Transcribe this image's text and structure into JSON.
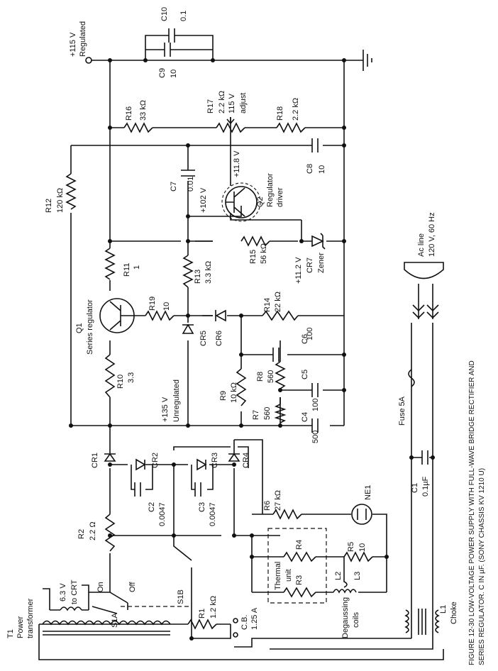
{
  "labels": {
    "c10": "C10",
    "c10v": "0.1",
    "c9": "C9",
    "c9v": "10",
    "reg_out1": "+115 V",
    "reg_out2": "Regulated",
    "r16": "R16",
    "r16v": "33 kΩ",
    "r17": "R17",
    "r17v": "2.2 kΩ",
    "r17a": "115 V",
    "r17b": "adjust",
    "r18": "R18",
    "r18v": "2.2 kΩ",
    "c8": "C8",
    "c8v": "10",
    "c7": "C7",
    "c7v": "0.01",
    "v102": "+102 V",
    "v118": "+11.8 V",
    "q2": "Q2",
    "q2a": "Regulator",
    "q2b": "driver",
    "r12": "R12",
    "r12v": "120 kΩ",
    "r11": "R11",
    "r11v": "1",
    "r15": "R15",
    "r15v": "56 kΩ",
    "v112": "+11.2 V",
    "cr7": "CR7",
    "cr7b": "Zener",
    "q1": "Q1",
    "q1a": "Series regulator",
    "r13": "R13",
    "r13v": "3.3 kΩ",
    "r10": "R10",
    "r10v": "3.3",
    "r19": "R19",
    "r19v": "10",
    "cr5": "CR5",
    "cr6": "CR6",
    "r14": "R14",
    "r14v": "22 kΩ",
    "c6": "C6",
    "c6v": "100",
    "r8": "R8",
    "r8v": "560",
    "c5": "C5",
    "c5v": "100",
    "unreg1": "+135 V",
    "unreg2": "Unregulated",
    "r9": "R9",
    "r9v": "10 kΩ",
    "r7": "R7",
    "r7v": "560",
    "c4": "C4",
    "c4v": "500",
    "cr1": "CR1",
    "cr2": "CR2",
    "cr3": "CR3",
    "cr4": "CR4",
    "c2": "C2",
    "c2v": "0.0047",
    "c3": "C3",
    "c3v": "0.0047",
    "r2": "R2",
    "r2v": "2.2 Ω",
    "r6": "R6",
    "r6v": "27 kΩ",
    "ne1": "NE1",
    "r4": "R4",
    "r3": "R3",
    "r5": "R5",
    "r5v": "10",
    "thermal1": "Thermal",
    "thermal2": "unit",
    "l2": "L2",
    "l3": "L3",
    "degauss1": "Degaussing",
    "degauss2": "coils",
    "fuse": "Fuse 5A",
    "c1": "C1",
    "c1v": "0.1µF",
    "acline1": "Ac line",
    "acline2": "120 V, 60 Hz",
    "l1": "L1",
    "l1b": "Choke",
    "t1": "T1",
    "t1a": "Power",
    "t1b": "transformer",
    "crt1": "6.3 V",
    "crt2": "to CRT",
    "on": "On",
    "off": "Off",
    "s1a": "S1A",
    "s1b": "S1B",
    "r1": "R1",
    "r1v": "1.2 kΩ",
    "cb1": "C.B.",
    "cb2": "1.25 A"
  },
  "caption": {
    "line1": "FIGURE 12-30   LOW-VOLTAGE POWER SUPPLY WITH FULL-WAVE BRIDGE RECTIFIER AND",
    "line2": "SERIES REGULATOR.  C IN µF.  (SONY CHASSIS KV 1210 U)"
  }
}
